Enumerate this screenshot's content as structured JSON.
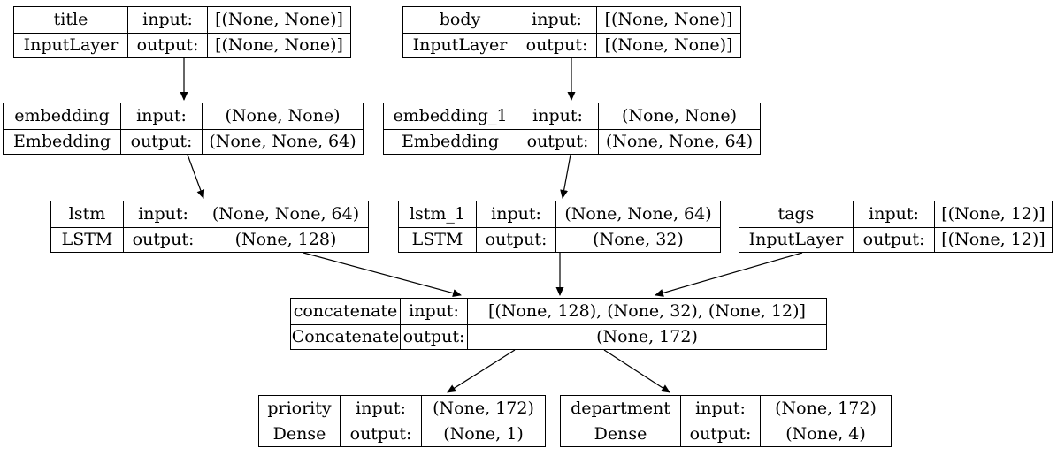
{
  "diagram": {
    "kind": "keras-model-plot",
    "cell_labels": {
      "input": "input:",
      "output": "output:"
    },
    "colors": {
      "background": "#ffffff",
      "border": "#000000",
      "text": "#000000",
      "edge": "#000000"
    },
    "nodes": [
      {
        "id": "title",
        "layer_name": "title",
        "layer_class": "InputLayer",
        "input_shape": "[(None, None)]",
        "output_shape": "[(None, None)]"
      },
      {
        "id": "body",
        "layer_name": "body",
        "layer_class": "InputLayer",
        "input_shape": "[(None, None)]",
        "output_shape": "[(None, None)]"
      },
      {
        "id": "embedding",
        "layer_name": "embedding",
        "layer_class": "Embedding",
        "input_shape": "(None, None)",
        "output_shape": "(None, None, 64)"
      },
      {
        "id": "embedding_1",
        "layer_name": "embedding_1",
        "layer_class": "Embedding",
        "input_shape": "(None, None)",
        "output_shape": "(None, None, 64)"
      },
      {
        "id": "lstm",
        "layer_name": "lstm",
        "layer_class": "LSTM",
        "input_shape": "(None, None, 64)",
        "output_shape": "(None, 128)"
      },
      {
        "id": "lstm_1",
        "layer_name": "lstm_1",
        "layer_class": "LSTM",
        "input_shape": "(None, None, 64)",
        "output_shape": "(None, 32)"
      },
      {
        "id": "tags",
        "layer_name": "tags",
        "layer_class": "InputLayer",
        "input_shape": "[(None, 12)]",
        "output_shape": "[(None, 12)]"
      },
      {
        "id": "concatenate",
        "layer_name": "concatenate",
        "layer_class": "Concatenate",
        "input_shape": "[(None, 128), (None, 32), (None, 12)]",
        "output_shape": "(None, 172)"
      },
      {
        "id": "priority",
        "layer_name": "priority",
        "layer_class": "Dense",
        "input_shape": "(None, 172)",
        "output_shape": "(None, 1)"
      },
      {
        "id": "department",
        "layer_name": "department",
        "layer_class": "Dense",
        "input_shape": "(None, 172)",
        "output_shape": "(None, 4)"
      }
    ],
    "edges": [
      {
        "from": "title",
        "to": "embedding"
      },
      {
        "from": "body",
        "to": "embedding_1"
      },
      {
        "from": "embedding",
        "to": "lstm"
      },
      {
        "from": "embedding_1",
        "to": "lstm_1"
      },
      {
        "from": "lstm",
        "to": "concatenate"
      },
      {
        "from": "lstm_1",
        "to": "concatenate"
      },
      {
        "from": "tags",
        "to": "concatenate"
      },
      {
        "from": "concatenate",
        "to": "priority"
      },
      {
        "from": "concatenate",
        "to": "department"
      }
    ]
  }
}
